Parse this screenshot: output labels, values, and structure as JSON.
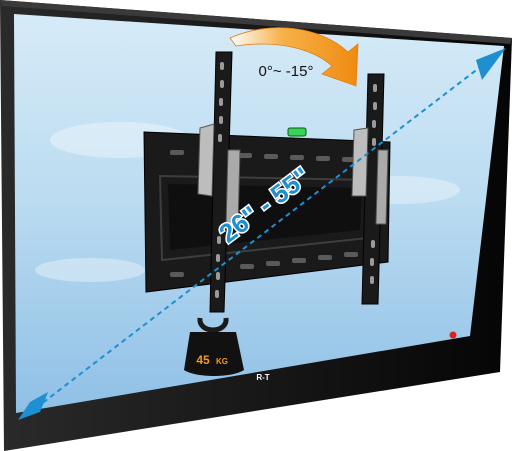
{
  "product": {
    "tilt_range_label": "0°~ -15°",
    "screen_size_label": "26\" - 55\"",
    "load_capacity_value": "45",
    "load_capacity_unit": "KG",
    "brand_label": "R-T"
  },
  "colors": {
    "tv_frame": "#111111",
    "screen_top": "#cfe6f6",
    "screen_bottom": "#93c3e8",
    "mount_metal": "#1a1a1a",
    "measure_arrow": "#1e8fd0",
    "tilt_arrow": "#f39a1c",
    "weight_label": "#f39a1c",
    "power_led": "#e02020",
    "level_bubble": "#39d353"
  },
  "icons": [
    "tilt-arrow-icon",
    "diagonal-measure-arrow-icon",
    "weight-icon",
    "power-led-icon",
    "bubble-level-icon"
  ]
}
